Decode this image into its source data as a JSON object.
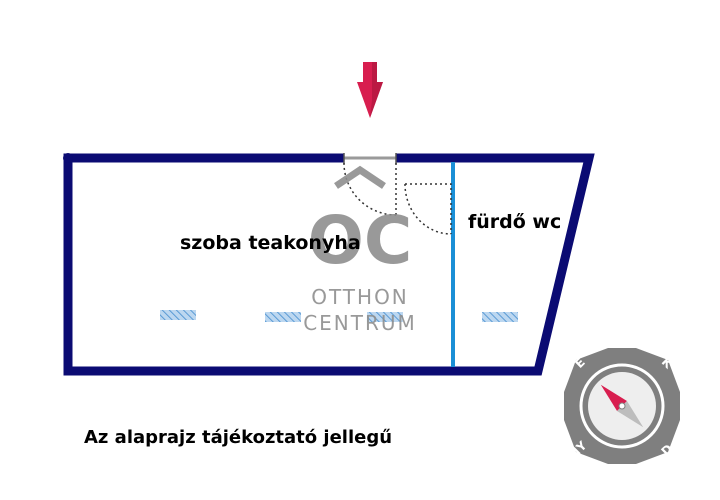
{
  "rooms": {
    "left_label": "szoba teakonyha",
    "right_label": "fürdő wc"
  },
  "footer": {
    "note": "Az alaprajz tájékoztató jellegű"
  },
  "watermark": {
    "monogram": "OC",
    "line1": "OTTHON",
    "line2": "CENTRUM"
  },
  "compass": {
    "north": "É",
    "east": "K",
    "south": "D",
    "west": "NY"
  },
  "colors": {
    "wall": "#0b0b73",
    "partition": "#1a8fd6",
    "entry_arrow": "#d81e4f",
    "window_hatch": "#5b9bd5",
    "compass_ring": "#7f7f7f",
    "compass_needle_red": "#d81e4f"
  }
}
